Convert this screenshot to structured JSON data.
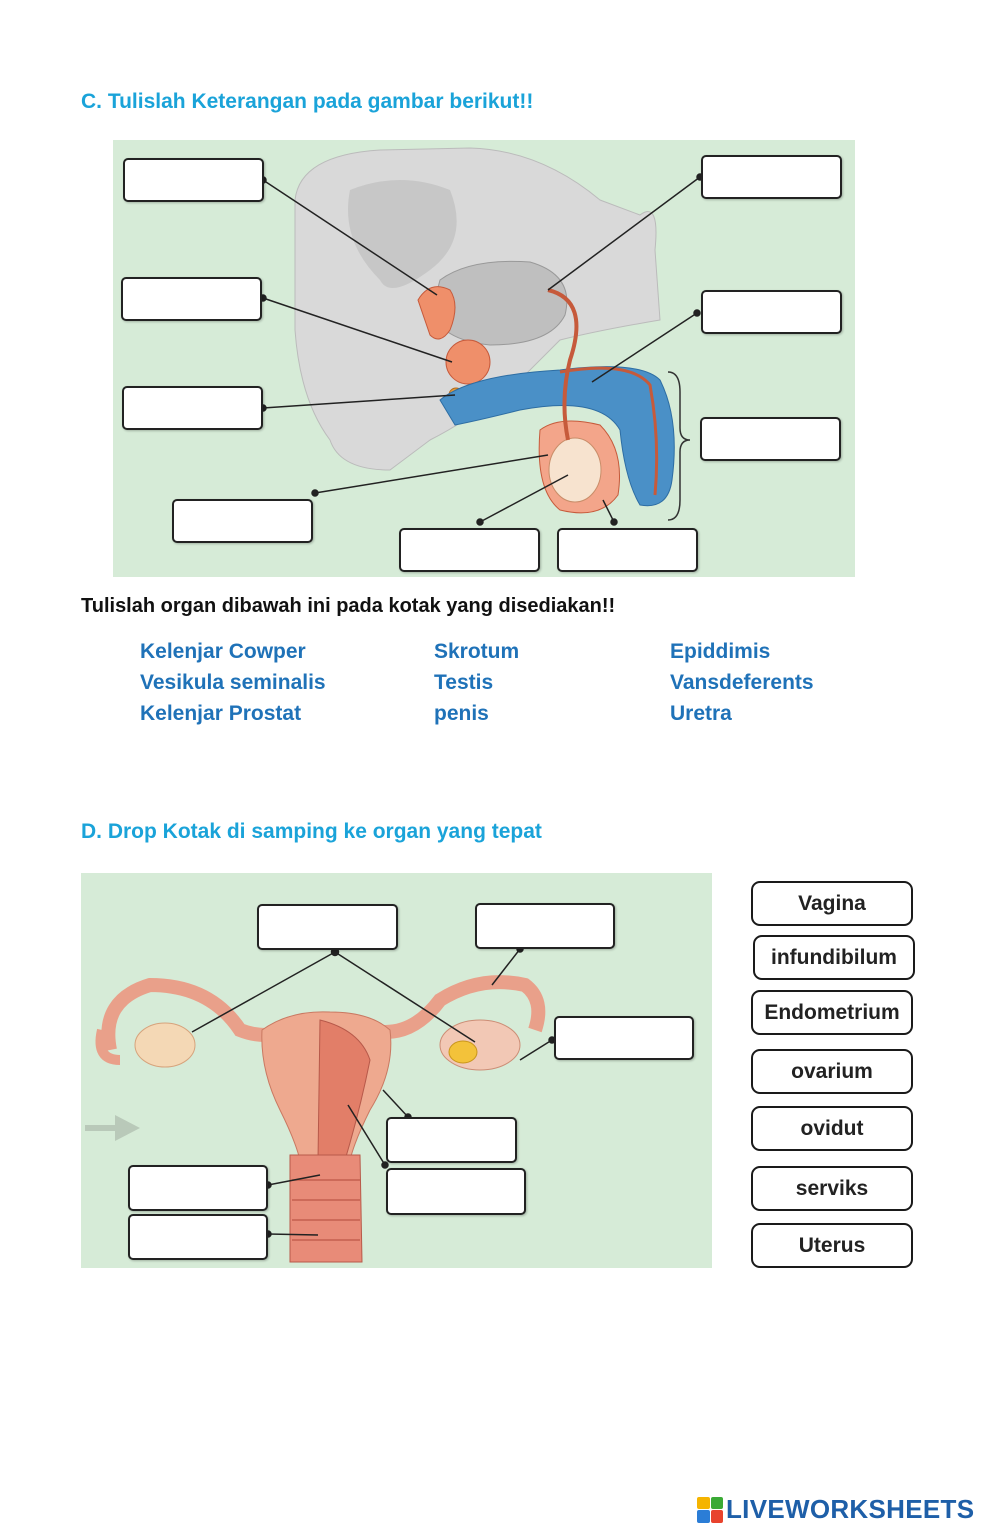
{
  "section_c": {
    "title": "C. Tulislah Keterangan pada gambar berikut!!",
    "instruction": "Tulislah organ dibawah ini pada kotak yang disediakan!!",
    "word_bank": [
      [
        "Kelenjar Cowper",
        "Skrotum",
        "Epiddimis"
      ],
      [
        "Vesikula seminalis",
        "Testis",
        "Vansdeferents"
      ],
      [
        "Kelenjar Prostat",
        "penis",
        "Uretra"
      ]
    ]
  },
  "section_d": {
    "title": "D. Drop Kotak di samping ke organ yang tepat",
    "drag_items": [
      "Vagina",
      "infundibilum",
      "Endometrium",
      "ovarium",
      "ovidut",
      "serviks",
      "Uterus"
    ]
  },
  "footer": {
    "logo_text": "LIVEWORKSHEETS"
  },
  "colors": {
    "heading": "#1aa3d9",
    "word_bank": "#1f72b8",
    "panel": "#d6ebd7"
  }
}
